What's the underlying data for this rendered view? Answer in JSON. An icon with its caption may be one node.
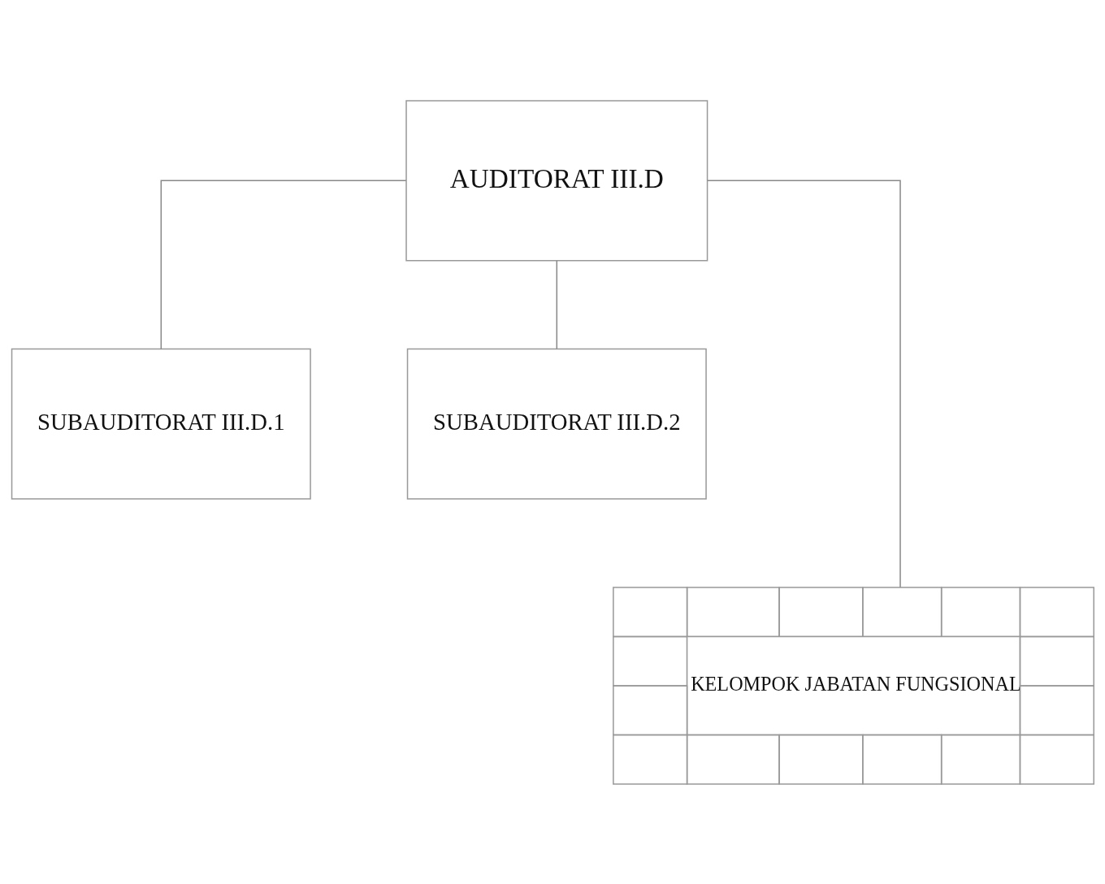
{
  "diagram": {
    "nodes": [
      {
        "text": [
          "AUDITORAT III.D"
        ]
      },
      {
        "text": [
          "SUBAUDITORAT III.D.1"
        ]
      },
      {
        "text": [
          "SUBAUDITORAT III.D.2"
        ]
      },
      {
        "text": [
          "KELOMPOK JABATAN FUNGSIONAL"
        ]
      }
    ],
    "edges": [
      {
        "from": 0,
        "to": 1,
        "arrow": "none"
      },
      {
        "from": 0,
        "to": 2,
        "arrow": "none"
      },
      {
        "from": 0,
        "to": 3,
        "arrow": "none"
      }
    ]
  }
}
